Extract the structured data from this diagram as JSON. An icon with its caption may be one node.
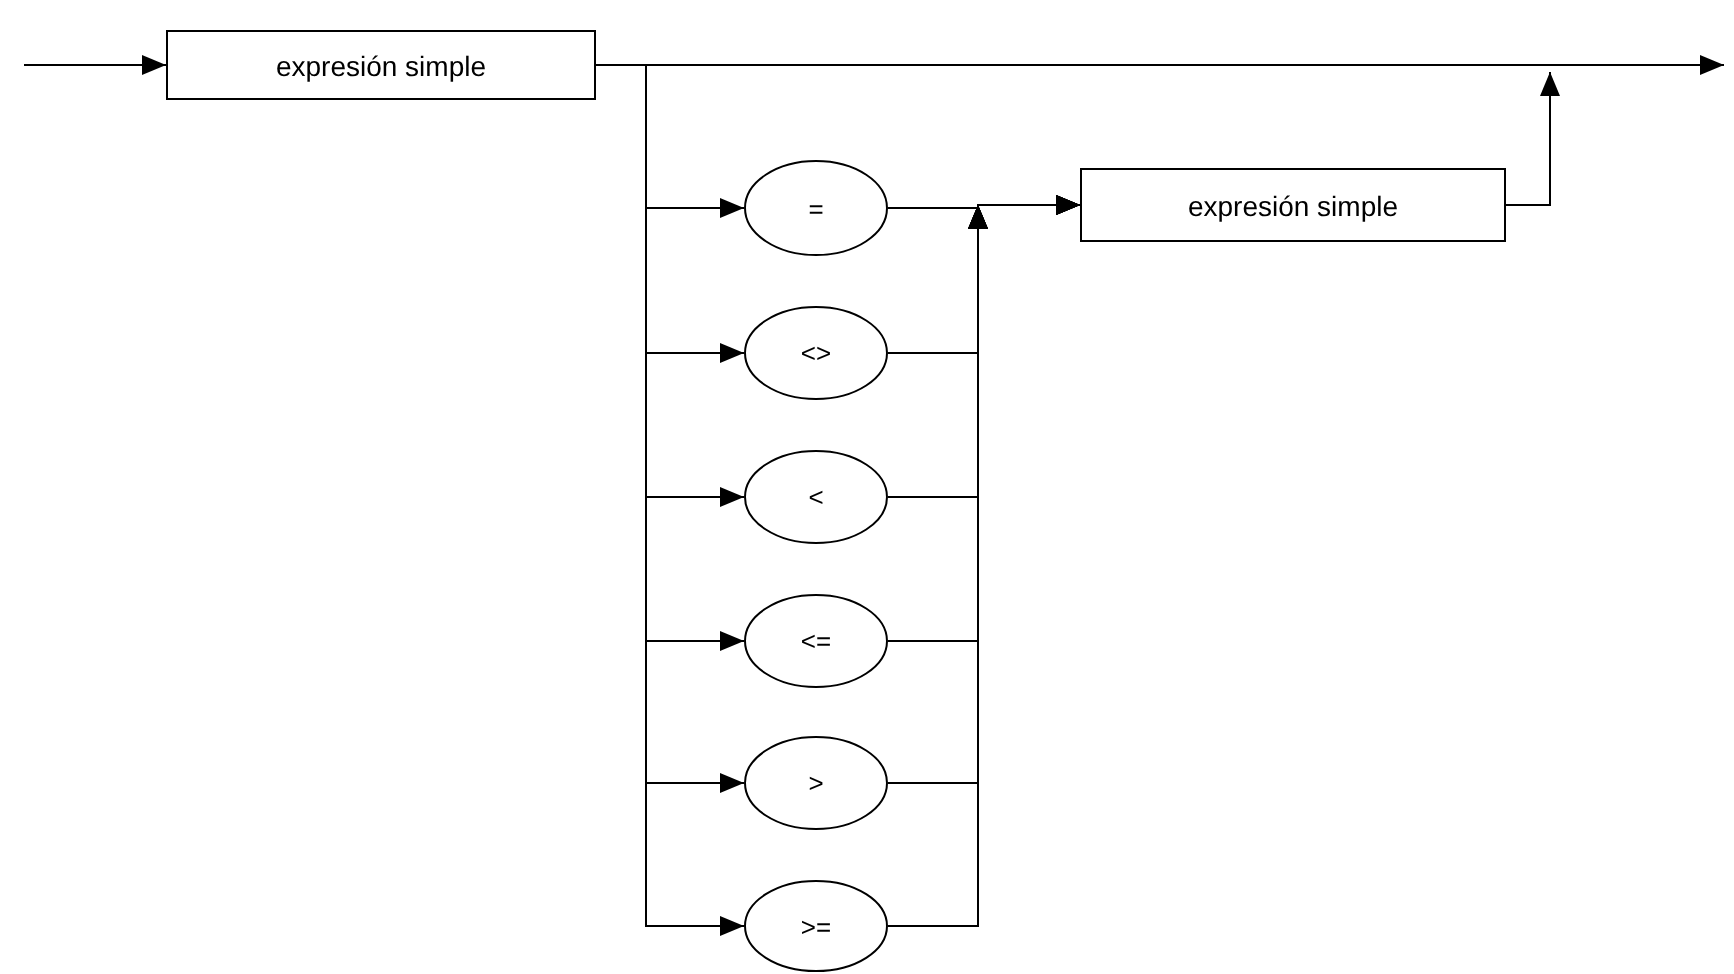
{
  "diagram": {
    "nodes": [
      {
        "text": [
          "expresión simple"
        ]
      },
      {
        "text": [
          "="
        ]
      },
      {
        "text": [
          "<>"
        ]
      },
      {
        "text": [
          "<"
        ]
      },
      {
        "text": [
          "<="
        ]
      },
      {
        "text": [
          ">"
        ]
      },
      {
        "text": [
          ">="
        ]
      },
      {
        "text": [
          "expresión simple"
        ]
      }
    ],
    "edges": [
      {
        "from": null,
        "to": 0,
        "arrow": "to"
      },
      {
        "from": 0,
        "to": null,
        "arrow": "to"
      },
      {
        "from": 0,
        "to": 1,
        "arrow": "to"
      },
      {
        "from": 0,
        "to": 2,
        "arrow": "to"
      },
      {
        "from": 0,
        "to": 3,
        "arrow": "to"
      },
      {
        "from": 0,
        "to": 4,
        "arrow": "to"
      },
      {
        "from": 0,
        "to": 5,
        "arrow": "to"
      },
      {
        "from": 0,
        "to": 6,
        "arrow": "to"
      },
      {
        "from": 1,
        "to": 7,
        "arrow": "to"
      },
      {
        "from": 2,
        "to": 7,
        "arrow": "to"
      },
      {
        "from": 3,
        "to": 7,
        "arrow": "to"
      },
      {
        "from": 4,
        "to": 7,
        "arrow": "to"
      },
      {
        "from": 5,
        "to": 7,
        "arrow": "to"
      },
      {
        "from": 6,
        "to": 7,
        "arrow": "to"
      },
      {
        "from": 7,
        "to": null,
        "arrow": "to"
      }
    ]
  }
}
